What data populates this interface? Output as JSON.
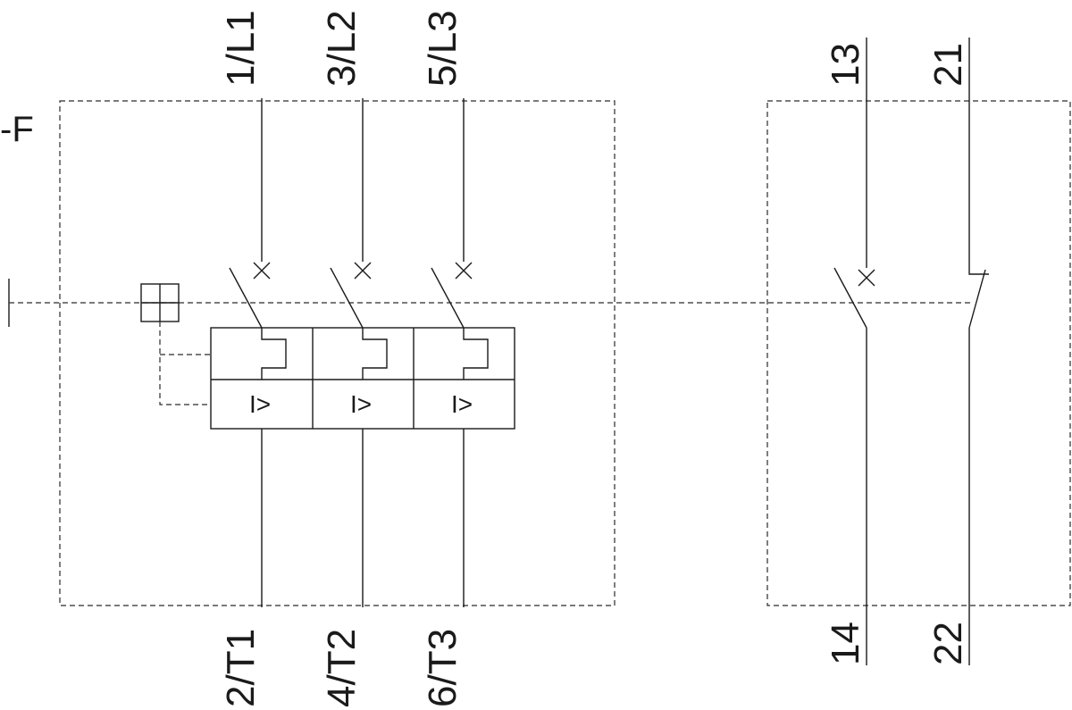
{
  "designation": "-F",
  "main_terminals": {
    "top": [
      "1/L1",
      "3/L2",
      "5/L3"
    ],
    "bottom": [
      "2/T1",
      "4/T2",
      "6/T3"
    ]
  },
  "aux_terminals": {
    "no_contact": {
      "top": "13",
      "bottom": "14"
    },
    "nc_contact": {
      "top": "21",
      "bottom": "22"
    }
  },
  "release_symbol": "I>"
}
